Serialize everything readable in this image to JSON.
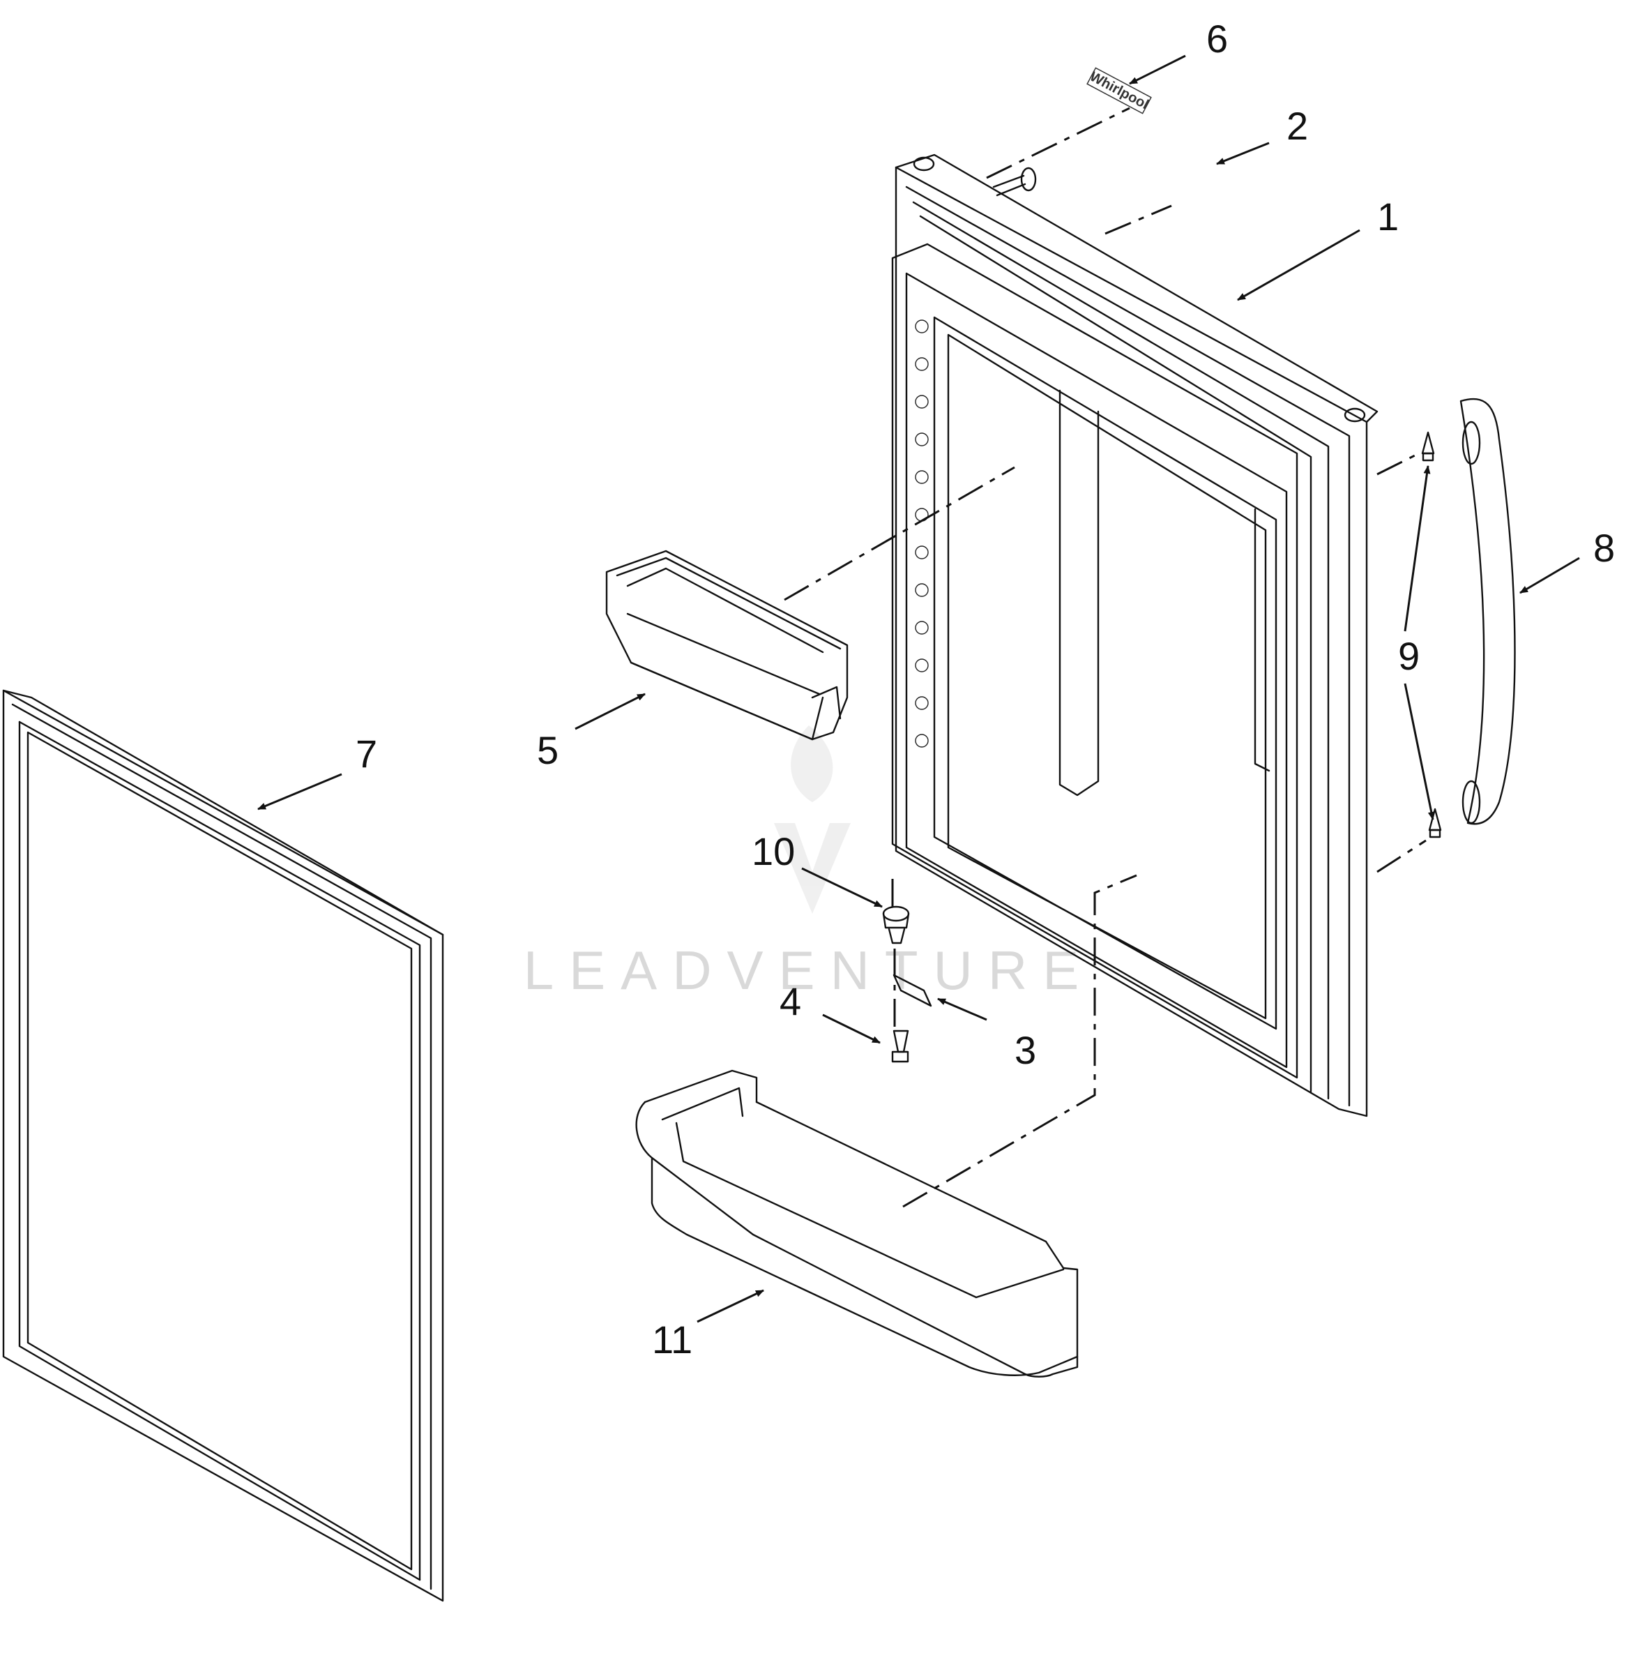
{
  "callouts": {
    "c1": "1",
    "c2": "2",
    "c3": "3",
    "c4": "4",
    "c5": "5",
    "c6": "6",
    "c7": "7",
    "c8": "8",
    "c9": "9",
    "c10": "10",
    "c11": "11"
  },
  "nameplate_text": "Whirlpool",
  "watermark": "LEADVENTURE"
}
